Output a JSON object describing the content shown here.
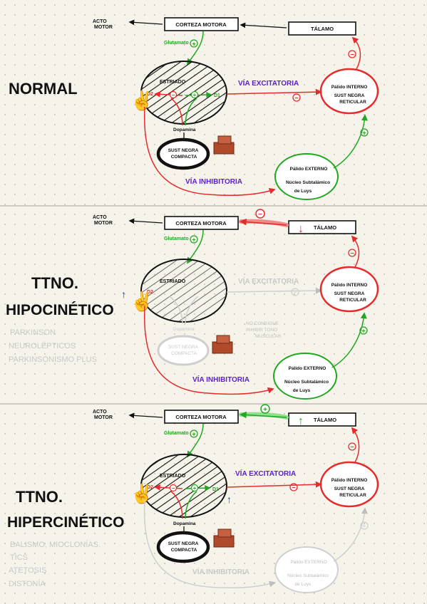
{
  "panels": [
    {
      "title": "NORMAL",
      "title_line2": "",
      "diseases": [],
      "acto_motor": [
        "ACTO",
        "MOTOR"
      ],
      "corteza": "CORTEZA MOTORA",
      "talamo": "TÁLAMO",
      "glutamato": "Glutamato",
      "estriado": "ESTRIADO",
      "d2": "D2",
      "d1": "D1",
      "dopamina": "Dopamina",
      "sn_compacta": [
        "SUST NEGRA",
        "COMPACTA"
      ],
      "gpi": [
        "Pálido INTERNO",
        "SUST NEGRA",
        "RETICULAR"
      ],
      "gpe": [
        "Pálido EXTERNO",
        "Núcleo Subtalámico",
        "de Luys"
      ],
      "via_excitatoria": "VÍA EXCITATORIA",
      "via_inhibitoria": "VÍA INHIBITORIA",
      "annotation": []
    },
    {
      "title": "TTNO.",
      "title_line2": "HIPOCINÉTICO",
      "diseases": [
        "PARKINSON",
        "NEUROLÉPTICOS",
        "PARKINSONISMO PLUS"
      ],
      "acto_motor": [
        "ACTO",
        "MOTOR"
      ],
      "corteza": "CORTEZA MOTORA",
      "talamo": "TÁLAMO",
      "glutamato": "Glutamato",
      "estriado": "ESTRIADO",
      "d2": "D2",
      "d1": "",
      "dopamina": "Dopamina",
      "sn_compacta": [
        "SUST NEGRA",
        "COMPACTA"
      ],
      "gpi": [
        "Pálido INTERNO",
        "SUST NEGRA",
        "RETICULAR"
      ],
      "gpe": [
        "Pálido EXTERNO",
        "Núcleo Subtalámico",
        "de Luys"
      ],
      "via_excitatoria": "VÍA EXCITATORIA",
      "via_inhibitoria": "VÍA INHIBITORIA",
      "annotation": [
        "NO CONSIGUE",
        "INHIBIR TONO",
        "MUSCULAR"
      ]
    },
    {
      "title": "TTNO.",
      "title_line2": "HIPERCINÉTICO",
      "diseases": [
        "BALISMO, MIOCLONÍAS.",
        "TICS",
        "ATETOSIS",
        "DISTONÍA"
      ],
      "acto_motor": [
        "ACTO",
        "MOTOR"
      ],
      "corteza": "CORTEZA MOTORA",
      "talamo": "TÁLAMO",
      "glutamato": "Glutamato",
      "estriado": "ESTRIADO",
      "d2": "D2",
      "d1": "D1",
      "dopamina": "Dopamina",
      "sn_compacta": [
        "SUST NEGRA",
        "COMPACTA"
      ],
      "gpi": [
        "Pálido INTERNO",
        "SUST NEGRA",
        "RETICULAR"
      ],
      "gpe": [
        "Pálido EXTERNO",
        "Núcleo Subtalámico",
        "de Luys"
      ],
      "via_excitatoria": "VÍA EXCITATORIA",
      "via_inhibitoria": "VÍA INHIBITORIA",
      "annotation": []
    }
  ],
  "symbols": {
    "plus": "+",
    "minus": "−",
    "peace": "✌",
    "up": "↑",
    "down": "↓"
  },
  "colors": {
    "red": "#e52b2b",
    "green": "#22a722",
    "purple": "#5a1fd0",
    "black": "#111111",
    "gray": "#bdbdbd",
    "brick": "#b04a2a",
    "paper": "#f6f3ea"
  }
}
